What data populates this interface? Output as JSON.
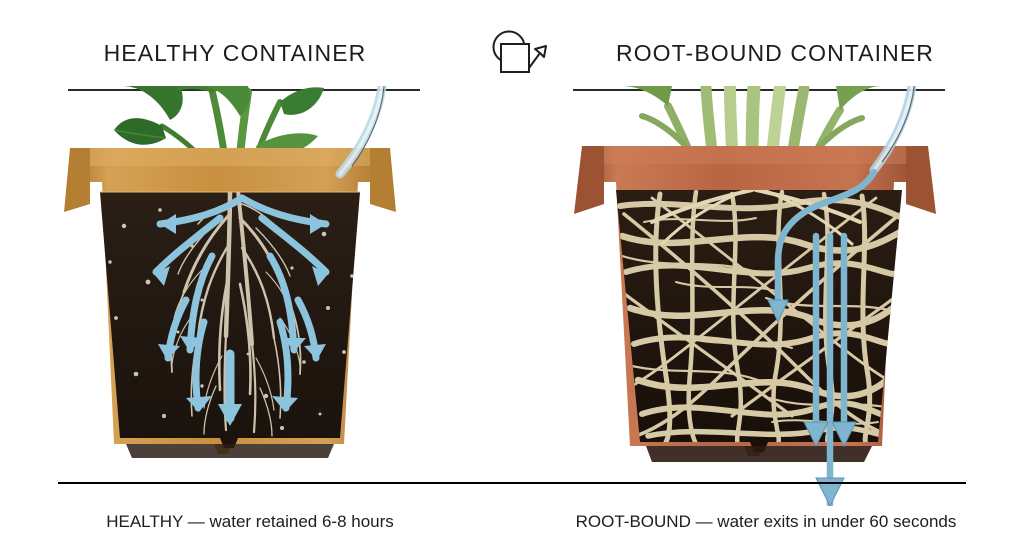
{
  "page": {
    "background": "#ffffff",
    "ink": "#1d1d1d"
  },
  "header": {
    "left_title": "HEALTHY CONTAINER",
    "right_title": "ROOT-BOUND CONTAINER",
    "center_icon": "watering-can-icon"
  },
  "panels": {
    "left": {
      "id": "healthy-container",
      "title": "HEALTHY CONTAINER",
      "caption": "HEALTHY — water retained 6-8 hours",
      "pot_color": "#c8903f",
      "pot_shadow_color": "#a8732c",
      "pot_highlight_color": "#dfae65",
      "soil_color": "#271c13",
      "root_color": "#ded4c2",
      "plant_color": "#2f6b2b",
      "arrow_color": "#8cc3dd",
      "arrow_note": "water branches outward and downward through soil",
      "water_stream": "poured-water-stream",
      "arrow_count": 11
    },
    "right": {
      "id": "root-bound-container",
      "title": "ROOT-BOUND CONTAINER",
      "caption": "ROOT-BOUND — water exits in under 60 seconds",
      "pot_color": "#b86544",
      "pot_shadow_color": "#8e4a2f",
      "pot_highlight_color": "#cf7e57",
      "soil_color": "#241a12",
      "root_color": "#ddd0ab",
      "plant_color": "#96b06a",
      "arrow_color": "#7fb5cf",
      "arrow_note": "water channels straight down and drains out the bottom",
      "water_stream": "poured-water-stream",
      "arrow_count": 3
    }
  },
  "footer": {
    "left_caption": "HEALTHY — water retained 6-8 hours",
    "right_caption": "ROOT-BOUND — water exits in under 60 seconds"
  },
  "colors": {
    "arrow_blue": "#8cc3dd",
    "arrow_blue_dark": "#6ea6c4",
    "line_black": "#000000",
    "terracotta_light": "#c8903f",
    "terracotta_dark": "#b86544"
  }
}
